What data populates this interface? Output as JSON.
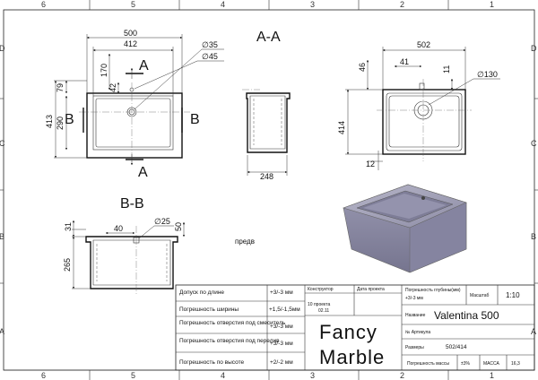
{
  "zones": {
    "columns": [
      "6",
      "5",
      "4",
      "3",
      "2",
      "1"
    ],
    "rows": [
      "D",
      "C",
      "B",
      "A"
    ]
  },
  "views": {
    "section_aa": {
      "label": "A-A"
    },
    "section_bb": {
      "label": "B-B"
    },
    "cut_letter_a": "A",
    "cut_letter_b": "B",
    "predv": "предв"
  },
  "dimensions": {
    "top_w_outer": "500",
    "top_w_inner": "412",
    "d35": "∅35",
    "d45": "∅45",
    "h170": "170",
    "h42": "42",
    "h79": "79",
    "h413": "413",
    "h290": "290",
    "h248": "248",
    "w502": "502",
    "h46": "46",
    "w41": "41",
    "h11": "11",
    "d130": "∅130",
    "h414": "414",
    "h12": "12",
    "h31": "31",
    "w40": "40",
    "d25": "∅25",
    "h50": "50",
    "h265": "265"
  },
  "title_block": {
    "tolerances": [
      {
        "label": "Допуск по длине",
        "value": "+3/-3 мм"
      },
      {
        "label": "Погрешность ширины",
        "value": "+1,5/-1,5мм"
      },
      {
        "label": "Погрешность отверстия под смеситель",
        "value": "+3/-3 мм"
      },
      {
        "label": "Погрешность отверстия под перелив",
        "value": "+3/-3 мм"
      },
      {
        "label": "Погрешность по высоте",
        "value": "+2/-2 мм"
      }
    ],
    "constructor_label": "Конструктор",
    "date_label": "Дата проекта",
    "date_prefix": "10 проекта",
    "date_value": "02.11",
    "depth_tol_label": "Погрешность глубины(мм)",
    "depth_tol_value": "+3/-3 мм",
    "scale_label": "Масштаб",
    "scale_value": "1:10",
    "name_label": "Название",
    "model_name": "Valentina 500",
    "article_label": "№ Артикула",
    "size_label": "Размеры",
    "size_value": "502/414",
    "mass_tol_label": "Погрешность массы",
    "mass_tol_value": "±3%",
    "mass_label": "МАССА",
    "mass_value": "16,3",
    "brand_line1": "Fancy",
    "brand_line2": "Marble"
  }
}
